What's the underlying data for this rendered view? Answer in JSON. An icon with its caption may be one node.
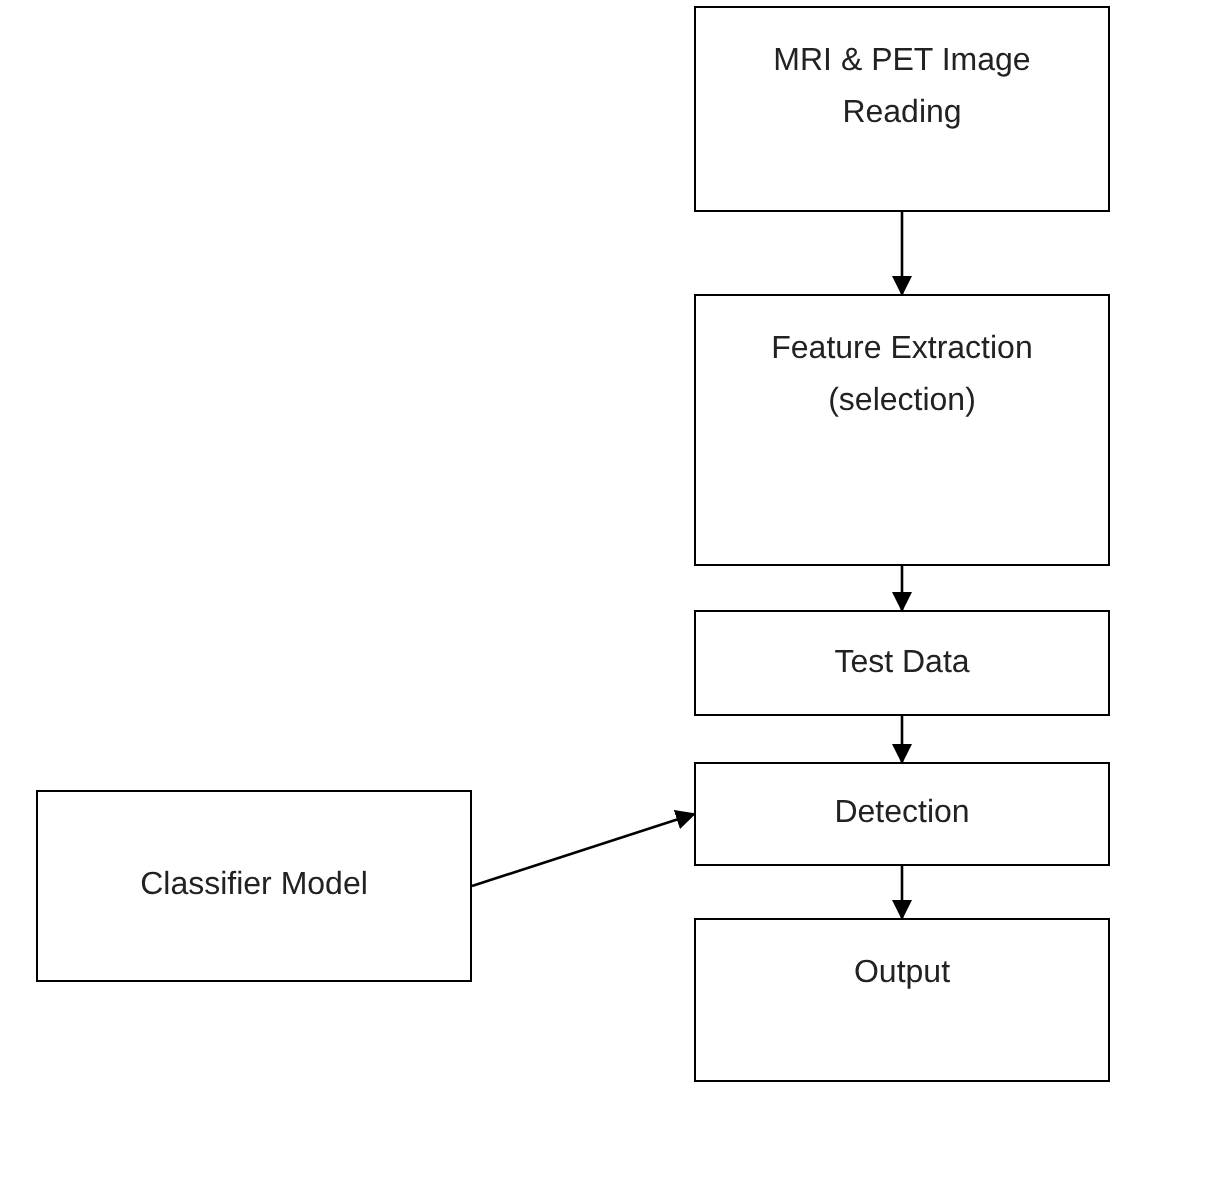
{
  "diagram": {
    "nodes": [
      {
        "text": [
          "MRI & PET Image Reading"
        ]
      },
      {
        "text": [
          "Feature Extraction (selection)"
        ]
      },
      {
        "text": [
          "Test Data"
        ]
      },
      {
        "text": [
          "Detection"
        ]
      },
      {
        "text": [
          "Classifier Model"
        ]
      },
      {
        "text": [
          "Output"
        ]
      }
    ],
    "edges": [
      {
        "from": 0,
        "to": 1,
        "arrow": "to"
      },
      {
        "from": 1,
        "to": 2,
        "arrow": "to"
      },
      {
        "from": 2,
        "to": 3,
        "arrow": "to"
      },
      {
        "from": 4,
        "to": 3,
        "arrow": "to"
      },
      {
        "from": 3,
        "to": 5,
        "arrow": "to"
      }
    ]
  }
}
